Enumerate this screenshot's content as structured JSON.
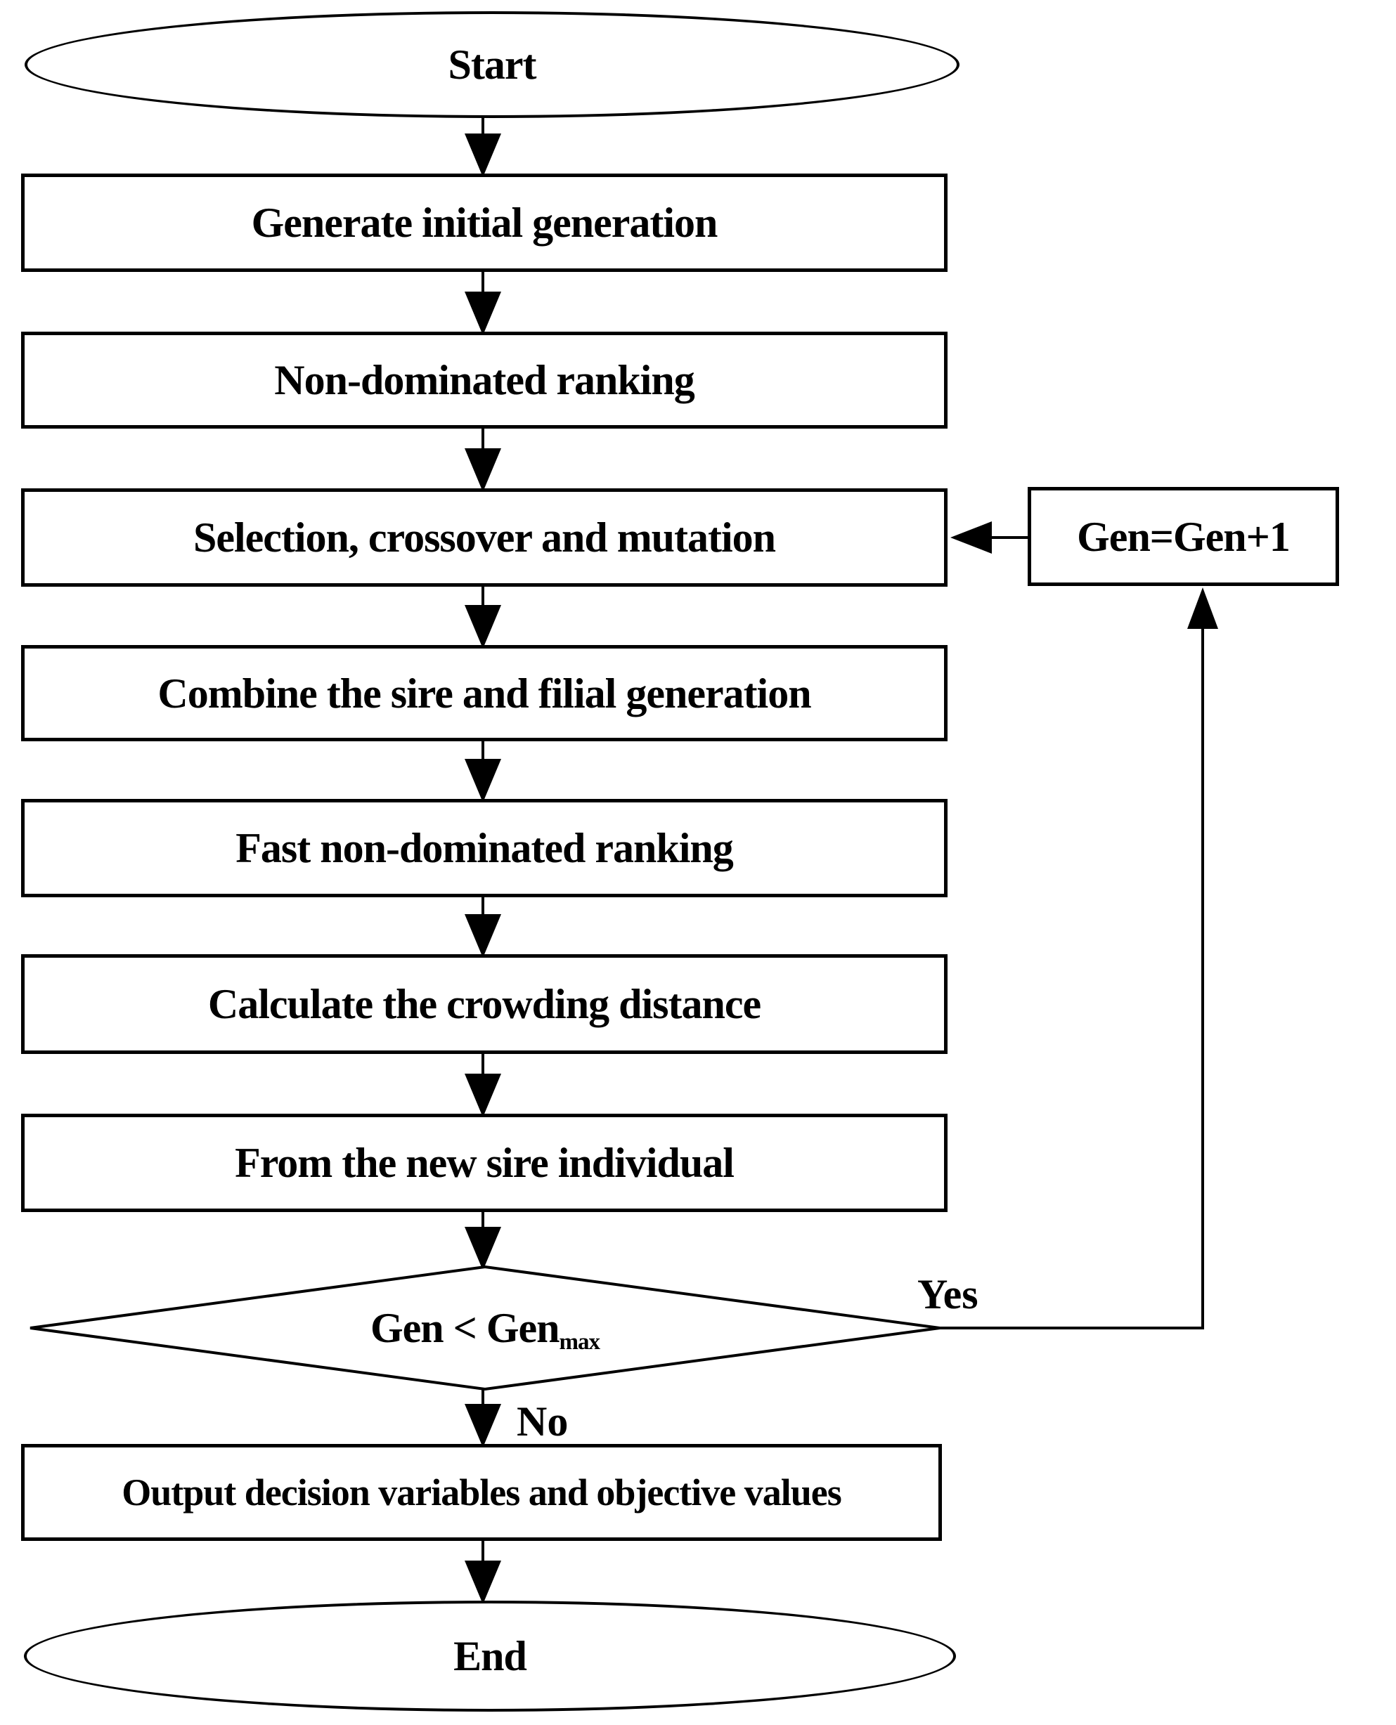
{
  "page": {
    "background": "#ffffff"
  },
  "diagram": {
    "type": "flowchart",
    "colors": {
      "stroke": "#000000",
      "node_fill": "#ffffff",
      "text": "#000000"
    },
    "nodes": {
      "start": {
        "label": "Start",
        "shape": "terminator"
      },
      "generate_initial": {
        "label": "Generate initial generation",
        "shape": "process"
      },
      "non_dominated_ranking": {
        "label": "Non-dominated ranking",
        "shape": "process"
      },
      "selection_crossover_mutation": {
        "label": "Selection, crossover and mutation",
        "shape": "process"
      },
      "combine_sire_filial": {
        "label": "Combine the sire and filial generation",
        "shape": "process"
      },
      "fast_non_dominated_ranking": {
        "label": "Fast non-dominated ranking",
        "shape": "process"
      },
      "calculate_crowding_distance": {
        "label": "Calculate the crowding distance",
        "shape": "process"
      },
      "form_new_sire": {
        "label": "From the new sire individual",
        "shape": "process"
      },
      "gen_check": {
        "label_main": "Gen < Gen",
        "label_subscript": "max",
        "shape": "decision"
      },
      "gen_increment": {
        "label": "Gen=Gen+1",
        "shape": "process"
      },
      "output_values": {
        "label": "Output decision variables and objective values",
        "shape": "process"
      },
      "end": {
        "label": "End",
        "shape": "terminator"
      }
    },
    "edge_labels": {
      "yes": "Yes",
      "no": "No"
    }
  }
}
